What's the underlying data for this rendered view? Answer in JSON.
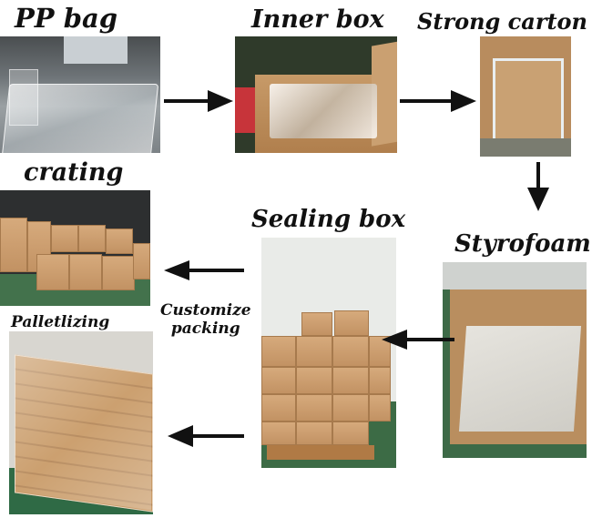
{
  "steps": {
    "pp_bag": "PP bag",
    "inner_box": "Inner box",
    "strong_carton": "Strong carton",
    "styrofoam": "Styrofoam",
    "sealing_box": "Sealing box",
    "crating": "crating",
    "palletlizing": "Palletlizing"
  },
  "note": {
    "line1": "Customize",
    "line2": "packing"
  },
  "colors": {
    "arrow": "#111111",
    "label": "#111111",
    "cardboard": "#c29263"
  }
}
